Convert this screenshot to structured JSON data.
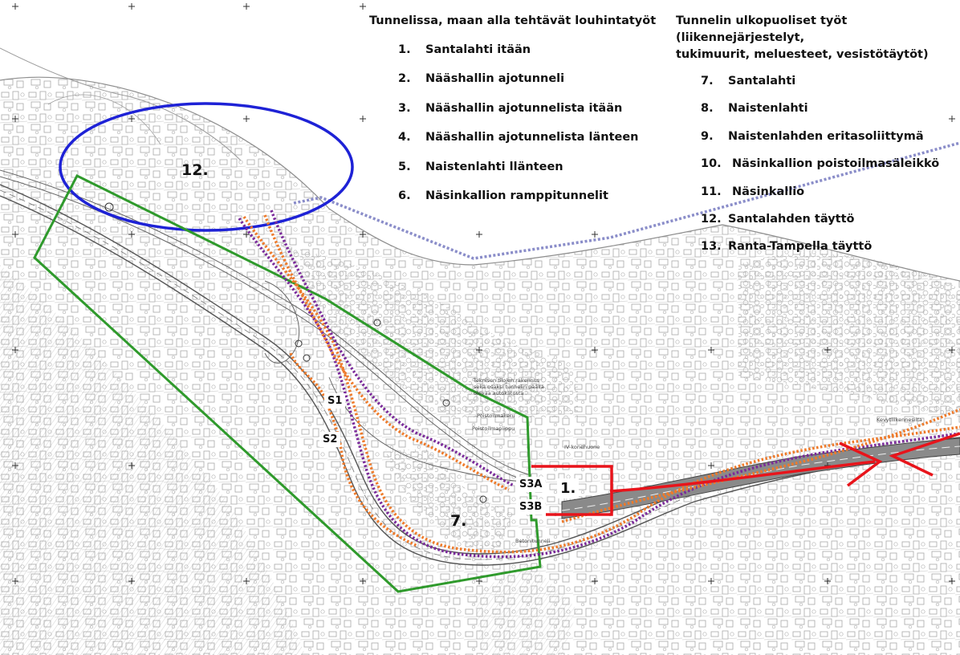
{
  "legend_tunnel": {
    "heading": "Tunnelissa, maan alla tehtävät louhintatyöt",
    "items": [
      {
        "num": "1.",
        "label": "Santalahti itään"
      },
      {
        "num": "2.",
        "label": "Nääshallin ajotunneli"
      },
      {
        "num": "3.",
        "label": "Nääshallin ajotunnelista itään"
      },
      {
        "num": "4.",
        "label": "Nääshallin ajotunnelista länteen"
      },
      {
        "num": "5.",
        "label": "Naistenlahti llänteen"
      },
      {
        "num": "6.",
        "label": "Näsinkallion ramppitunnelit"
      }
    ]
  },
  "legend_outside": {
    "heading_line1": "Tunnelin ulkopuoliset työt (liikennejärjestelyt,",
    "heading_line2": "tukimuurit, meluesteet, vesistötäytöt)",
    "items": [
      {
        "num": "7.",
        "label": "Santalahti"
      },
      {
        "num": "8.",
        "label": "Naistenlahti"
      },
      {
        "num": "9.",
        "label": "Naistenlahden eritasoliittymä"
      },
      {
        "num": "10.",
        "label": "Näsinkallion poistoilmasäleikkö"
      },
      {
        "num": "11.",
        "label": "Näsinkallio"
      },
      {
        "num": "12.",
        "label": "Santalahden täyttö"
      },
      {
        "num": "13.",
        "label": "Ranta-Tampella täyttö"
      }
    ]
  },
  "map_labels": {
    "area_12": "12.",
    "area_1": "1.",
    "area_7": "7.",
    "s1": "S1",
    "s2": "S2",
    "s3a": "S3A",
    "s3b": "S3B"
  },
  "map_small_labels": {
    "tekninen_line1": "Teknisen tilojen rakennus",
    "tekninen_line2": "sekä osaksi tunnelin päällä",
    "tekninen_line3": "olevaa autokatosta",
    "poistoilmakeru": "Poistoilmakeru",
    "poistoilmapiippu": "Poistoilmapiippu",
    "iv_konehuone": "IV-konehuone",
    "betonitunneli": "Betonitunneli",
    "kevytliikennesilta": "Kevytliikennesilta"
  },
  "colors": {
    "tunnel_area_1": "#e8141b",
    "outside_area_7": "#2f9a2c",
    "fill_area_12": "#1e22d6",
    "fill_area_13_dotted": "#8a8dc9",
    "purple_dotted": "#7a2a9a",
    "orange_dotted": "#ee7a2a",
    "basemap_gray": "#9a9a9a"
  }
}
